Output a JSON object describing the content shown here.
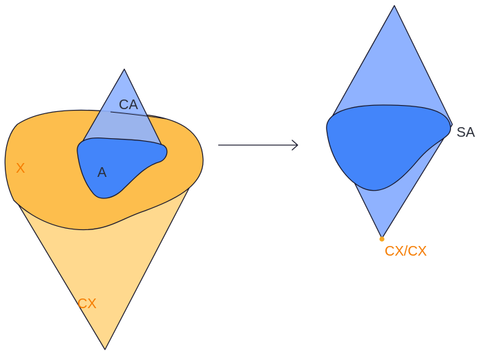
{
  "labels": {
    "ca": "CA",
    "a": "A",
    "x": "X",
    "cx": "CX",
    "sa": "SA",
    "cx_over_cx": "CX/CX"
  },
  "colors": {
    "orange_fill": "#FDBE4D",
    "orange_light": "#FFD98E",
    "blue_light": "#8FB2FF",
    "blue_mid": "#7EA6FB",
    "blue_dark": "#4385FA",
    "outline": "#1A1A2E",
    "orange_text": "#F57C00",
    "dark_text": "#2B2F3A",
    "point": "#F5A623"
  }
}
